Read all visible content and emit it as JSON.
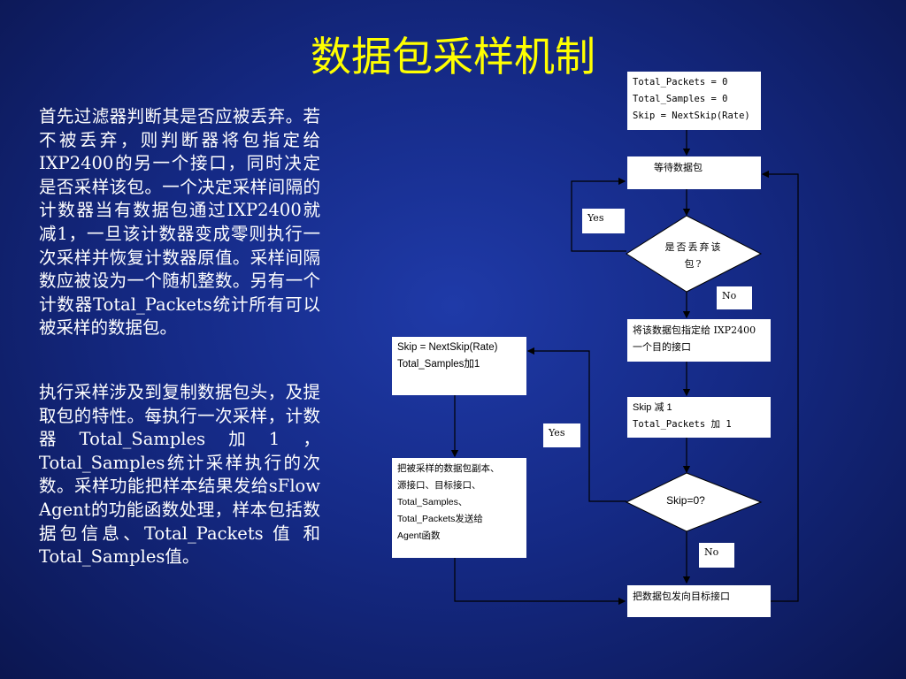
{
  "title": "数据包采样机制",
  "paragraphs": [
    "首先过滤器判断其是否应被丢弃。若不被丢弃，则判断器将包指定给IXP2400的另一个接口，同时决定是否采样该包。一个决定采样间隔的计数器当有数据包通过IXP2400就减1，一旦该计数器变成零则执行一次采样并恢复计数器原值。采样间隔数应被设为一个随机整数。另有一个计数器Total_Packets统计所有可以被采样的数据包。",
    "执行采样涉及到复制数据包头，及提取包的特性。每执行一次采样，计数器Total_Samples加1，Total_Samples统计采样执行的次数。采样功能把样本结果发给sFlow Agent的功能函数处理，样本包括数据包信息、Total_Packets 值 和Total_Samples值。"
  ],
  "flow": {
    "init": [
      "Total_Packets = 0",
      "Total_Samples = 0",
      "Skip = NextSkip(Rate)"
    ],
    "wait": "等待数据包",
    "drop_decision": "是否丢弃该包?",
    "yes1": "Yes",
    "no1": "No",
    "assign": "将该数据包指定给 IXP2400一个目的接口",
    "skip_dec": [
      "Skip 减 1",
      "Total_Packets 加 1"
    ],
    "skip_check": "Skip=0?",
    "yes2": "Yes",
    "no2": "No",
    "reset": [
      "Skip = NextSkip(Rate)",
      "Total_Samples加1"
    ],
    "send": [
      "把被采样的数据包副本、",
      "源接口、目标接口、",
      "Total_Samples、",
      "Total_Packets发送给",
      "Agent函数"
    ],
    "forward": "把数据包发向目标接口"
  },
  "colors": {
    "title": "#ffff00",
    "text": "#ffffff",
    "background": "#152a86",
    "box": "#ffffff"
  }
}
